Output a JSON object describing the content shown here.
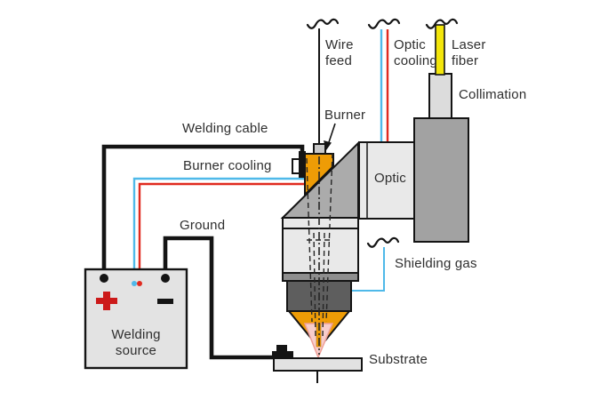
{
  "diagram": {
    "labels": {
      "wire_feed": "Wire\nfeed",
      "optic_cooling": "Optic\ncooling",
      "laser_fiber": "Laser\nfiber",
      "collimation": "Collimation",
      "burner": "Burner",
      "welding_cable": "Welding cable",
      "burner_cooling": "Burner cooling",
      "ground": "Ground",
      "optic": "Optic",
      "shielding_gas": "Shielding gas",
      "substrate": "Substrate",
      "welding_source": "Welding\nsource"
    },
    "colors": {
      "burner_orange": "#EE9C06",
      "laser_yellow": "#F3E60B",
      "cooling_red": "#E02A1F",
      "cooling_blue": "#4FB9E9",
      "beam_pink": "#F7CDCB",
      "beam_pink_outline": "#EF9F97",
      "plus_red": "#CC1A1A",
      "component_light": "#E9E9E9",
      "component_mid": "#ABABAB",
      "component_band": "#8E8E8E",
      "component_dark": "#5E5E5E",
      "column_gray": "#A2A2A2",
      "collimation_gray": "#DCDCDC",
      "source_gray": "#E3E3E3",
      "connector_gray": "#C9C9C9",
      "substrate_gray": "#E2E2E2",
      "line_black": "#141414"
    }
  }
}
